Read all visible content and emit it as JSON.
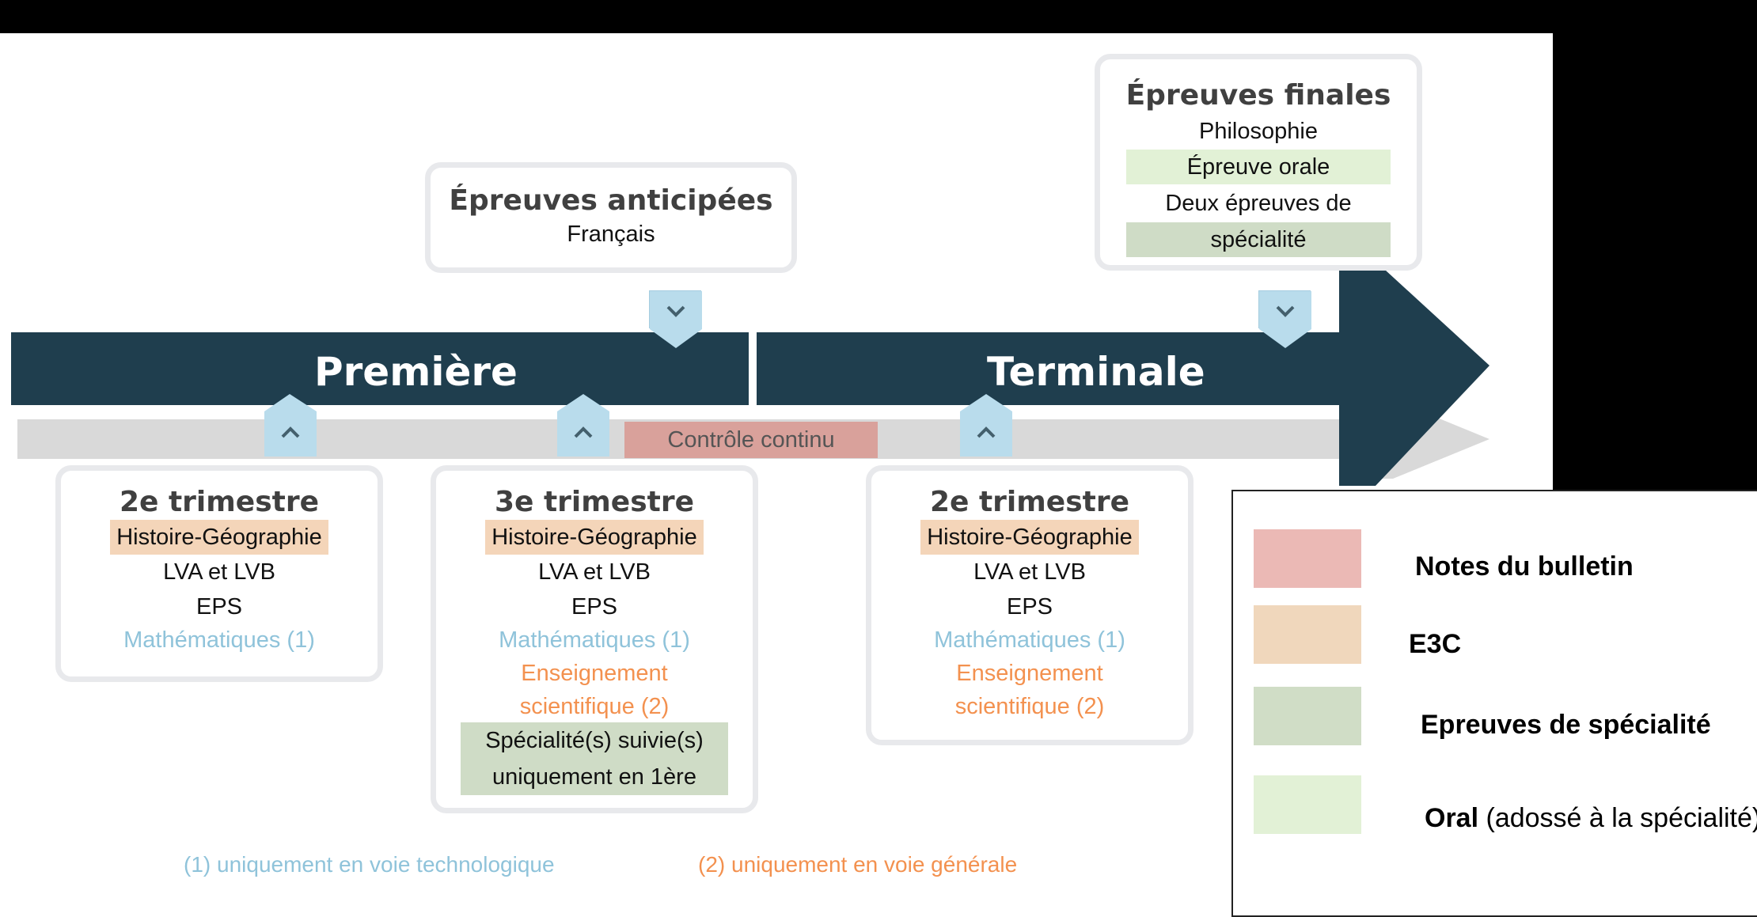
{
  "stages": {
    "premiere": "Première",
    "terminale": "Terminale"
  },
  "controle_continu": "Contrôle continu",
  "cards": {
    "anticipees": {
      "title": "Épreuves anticipées",
      "lines": [
        "Français"
      ]
    },
    "finales": {
      "title": "Épreuves finales",
      "lines": [
        "Philosophie",
        "Épreuve orale",
        "Deux épreuves de",
        "spécialité"
      ]
    },
    "premiere_t2": {
      "title": "2e trimestre",
      "lines": [
        "Histoire-Géographie",
        "LVA et LVB",
        "EPS",
        "Mathématiques (1)"
      ]
    },
    "premiere_t3": {
      "title": "3e trimestre",
      "lines": [
        "Histoire-Géographie",
        "LVA et LVB",
        "EPS",
        "Mathématiques (1)",
        "Enseignement",
        "scientifique (2)",
        "Spécialité(s) suivie(s)",
        "uniquement en 1ère"
      ]
    },
    "terminale_t2": {
      "title": "2e trimestre",
      "lines": [
        "Histoire-Géographie",
        "LVA et LVB",
        "EPS",
        "Mathématiques (1)",
        "Enseignement",
        "scientifique (2)"
      ]
    }
  },
  "footnotes": {
    "tech": "(1) uniquement en voie technologique",
    "gen": "(2) uniquement en voie générale"
  },
  "legend": {
    "items": [
      {
        "bold": "Notes du bulletin",
        "rest": "",
        "color": "#ebb9b5"
      },
      {
        "bold": "E3C",
        "rest": "",
        "color": "#f0d7bc"
      },
      {
        "bold": "Epreuves de spécialité",
        "rest": "",
        "color": "#d0ddc6"
      },
      {
        "bold": "Oral",
        "rest": " (adossé à la spécialité)",
        "color": "#e2f1d6"
      }
    ]
  },
  "colors": {
    "navy": "#1f3e4e",
    "gray_arrow": "#d9d9d9",
    "caret_blue": "#b9dcec",
    "history_highlight": "#f4d5b9",
    "oral_highlight": "#e2f1d6",
    "spec_highlight": "#cfdcc6",
    "math_blue": "#8fc3da",
    "sci_orange": "#f3914f"
  }
}
